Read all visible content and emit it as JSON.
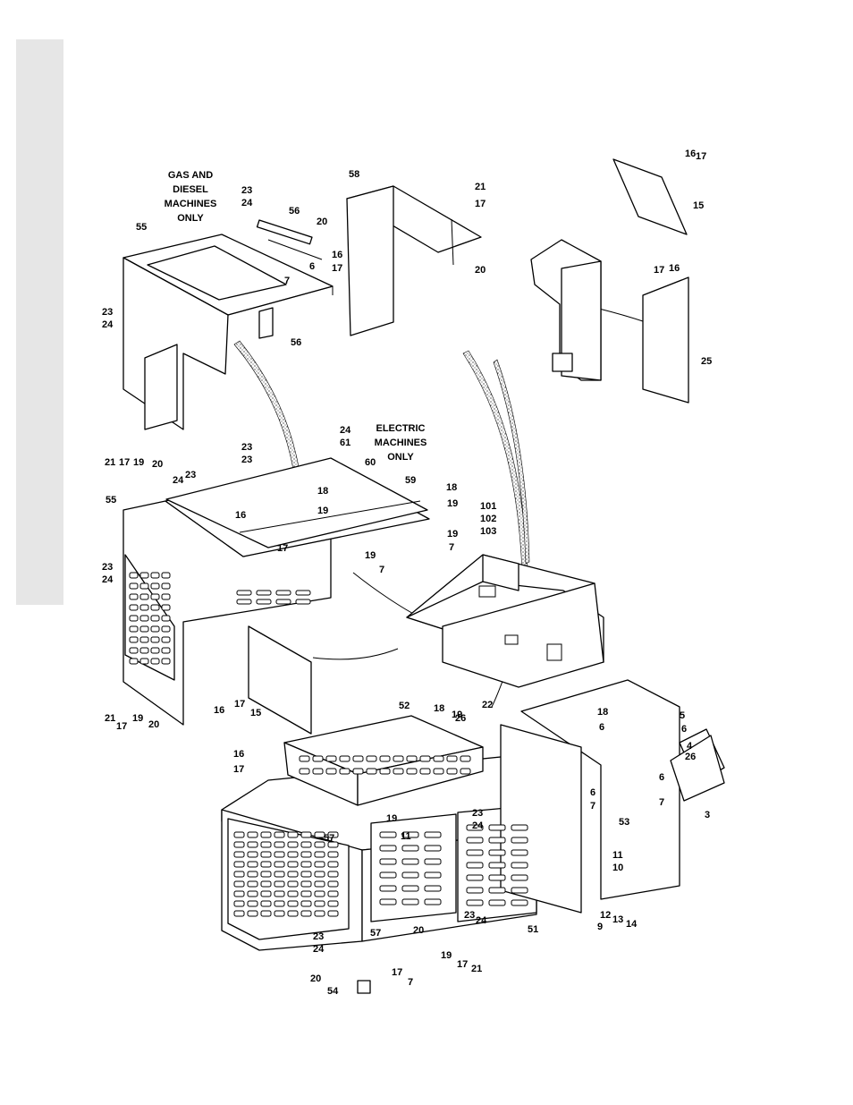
{
  "notes": {
    "gas_diesel": [
      "GAS AND",
      "DIESEL",
      "MACHINES",
      "ONLY"
    ],
    "electric": [
      "ELECTRIC",
      "MACHINES",
      "ONLY"
    ]
  },
  "callouts": [
    {
      "id": "c1",
      "text": "58"
    },
    {
      "id": "c2",
      "text": "21"
    },
    {
      "id": "c3",
      "text": "17"
    },
    {
      "id": "c4",
      "text": "20"
    },
    {
      "id": "c5",
      "text": "23"
    },
    {
      "id": "c6",
      "text": "24"
    },
    {
      "id": "c7",
      "text": "56"
    },
    {
      "id": "c8",
      "text": "20"
    },
    {
      "id": "c9",
      "text": "55"
    },
    {
      "id": "c10",
      "text": "16"
    },
    {
      "id": "c11",
      "text": "6"
    },
    {
      "id": "c12",
      "text": "17"
    },
    {
      "id": "c13",
      "text": "7"
    },
    {
      "id": "c14",
      "text": "23"
    },
    {
      "id": "c15",
      "text": "24"
    },
    {
      "id": "c16",
      "text": "56"
    },
    {
      "id": "c17",
      "text": "21"
    },
    {
      "id": "c18",
      "text": "17"
    },
    {
      "id": "c19",
      "text": "19"
    },
    {
      "id": "c20",
      "text": "20"
    },
    {
      "id": "c21",
      "text": "17"
    },
    {
      "id": "c22",
      "text": "16"
    },
    {
      "id": "c23",
      "text": "15"
    },
    {
      "id": "c24",
      "text": "17"
    },
    {
      "id": "c25",
      "text": "16"
    },
    {
      "id": "c26",
      "text": "25"
    },
    {
      "id": "c27",
      "text": "23"
    },
    {
      "id": "c28",
      "text": "24"
    },
    {
      "id": "c29",
      "text": "23"
    },
    {
      "id": "c30",
      "text": "61"
    },
    {
      "id": "c31",
      "text": "60"
    },
    {
      "id": "c32",
      "text": "24"
    },
    {
      "id": "c33",
      "text": "23"
    },
    {
      "id": "c34",
      "text": "59"
    },
    {
      "id": "c35",
      "text": "18"
    },
    {
      "id": "c36",
      "text": "18"
    },
    {
      "id": "c37",
      "text": "19"
    },
    {
      "id": "c38",
      "text": "19"
    },
    {
      "id": "c39",
      "text": "55"
    },
    {
      "id": "c40",
      "text": "16"
    },
    {
      "id": "c41",
      "text": "17"
    },
    {
      "id": "c42",
      "text": "19"
    },
    {
      "id": "c43",
      "text": "7"
    },
    {
      "id": "c44",
      "text": "19"
    },
    {
      "id": "c45",
      "text": "7"
    },
    {
      "id": "c46",
      "text": "101"
    },
    {
      "id": "c47",
      "text": "102"
    },
    {
      "id": "c48",
      "text": "103"
    },
    {
      "id": "c49",
      "text": "23"
    },
    {
      "id": "c50",
      "text": "24"
    },
    {
      "id": "c51",
      "text": "16"
    },
    {
      "id": "c52",
      "text": "17"
    },
    {
      "id": "c53",
      "text": "15"
    },
    {
      "id": "c54",
      "text": "21"
    },
    {
      "id": "c55",
      "text": "17"
    },
    {
      "id": "c56",
      "text": "19"
    },
    {
      "id": "c57",
      "text": "20"
    },
    {
      "id": "c58",
      "text": "52"
    },
    {
      "id": "c59",
      "text": "18"
    },
    {
      "id": "c60",
      "text": "19"
    },
    {
      "id": "c61",
      "text": "26"
    },
    {
      "id": "c62",
      "text": "22"
    },
    {
      "id": "c63",
      "text": "18"
    },
    {
      "id": "c64",
      "text": "6"
    },
    {
      "id": "c65",
      "text": "5"
    },
    {
      "id": "c66",
      "text": "6"
    },
    {
      "id": "c67",
      "text": "4"
    },
    {
      "id": "c68",
      "text": "26"
    },
    {
      "id": "c69",
      "text": "16"
    },
    {
      "id": "c70",
      "text": "17"
    },
    {
      "id": "c71",
      "text": "6"
    },
    {
      "id": "c72",
      "text": "7"
    },
    {
      "id": "c73",
      "text": "6"
    },
    {
      "id": "c74",
      "text": "7"
    },
    {
      "id": "c75",
      "text": "3"
    },
    {
      "id": "c76",
      "text": "23"
    },
    {
      "id": "c77",
      "text": "24"
    },
    {
      "id": "c78",
      "text": "19"
    },
    {
      "id": "c79",
      "text": "11"
    },
    {
      "id": "c80",
      "text": "57"
    },
    {
      "id": "c81",
      "text": "53"
    },
    {
      "id": "c82",
      "text": "11"
    },
    {
      "id": "c83",
      "text": "10"
    },
    {
      "id": "c84",
      "text": "23"
    },
    {
      "id": "c85",
      "text": "24"
    },
    {
      "id": "c86",
      "text": "12"
    },
    {
      "id": "c87",
      "text": "13"
    },
    {
      "id": "c88",
      "text": "14"
    },
    {
      "id": "c89",
      "text": "9"
    },
    {
      "id": "c90",
      "text": "23"
    },
    {
      "id": "c91",
      "text": "24"
    },
    {
      "id": "c92",
      "text": "57"
    },
    {
      "id": "c93",
      "text": "20"
    },
    {
      "id": "c94",
      "text": "51"
    },
    {
      "id": "c95",
      "text": "19"
    },
    {
      "id": "c96",
      "text": "17"
    },
    {
      "id": "c97",
      "text": "21"
    },
    {
      "id": "c98",
      "text": "20"
    },
    {
      "id": "c99",
      "text": "17"
    },
    {
      "id": "c100",
      "text": "7"
    },
    {
      "id": "c101",
      "text": "54"
    }
  ]
}
